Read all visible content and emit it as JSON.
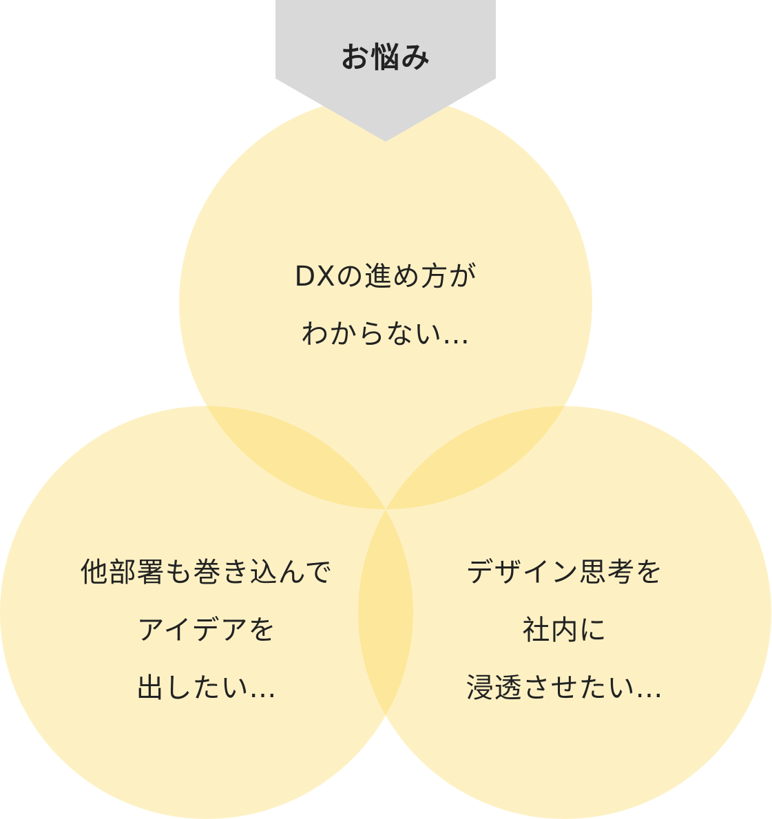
{
  "header": {
    "label": "お悩み"
  },
  "circles": [
    {
      "lines": [
        "DXの進め方が",
        "わからない…"
      ]
    },
    {
      "lines": [
        "他部署も巻き込んで",
        "アイデアを",
        "出したい…"
      ]
    },
    {
      "lines": [
        "デザイン思考を",
        "社内に",
        "浸透させたい…"
      ]
    }
  ],
  "colors": {
    "circle_fill": "#fdf1c4",
    "overlap_fill": "#fde79a",
    "banner_fill": "#d9d9d9",
    "text": "#222222"
  }
}
